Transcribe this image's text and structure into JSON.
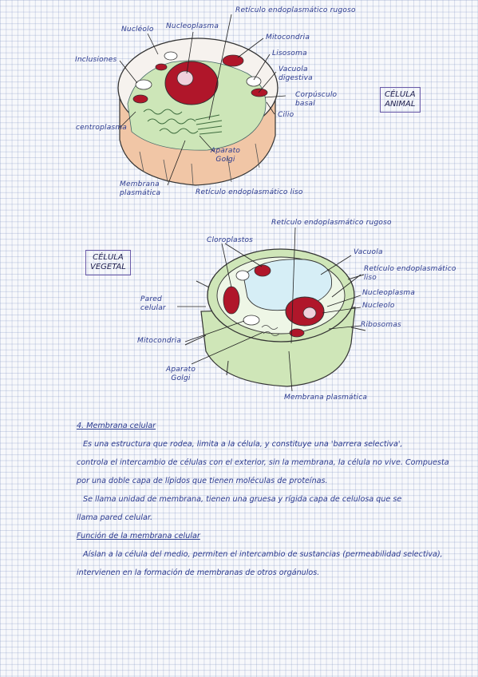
{
  "animal_cell": {
    "title_box": [
      "CÉLULA",
      "ANIMAL"
    ],
    "labels": {
      "reticulo_rugoso": "Retículo endoplasmático rugoso",
      "nucleolo": "Nucléolo",
      "nucleoplasma": "Nucleoplasma",
      "mitocondria": "Mitocondria",
      "lisosoma": "Lisosoma",
      "vacuola": "Vacuola\ndigestiva",
      "corpusculo": "Corpúsculo\nbasal",
      "cilio": "Cilio",
      "inclusiones": "Inclusiones",
      "centroplasma": "centroplasma",
      "golgi": "Aparato\nGolgi",
      "membrana": "Membrana\nplasmática",
      "reticulo_liso": "Retículo endoplasmático liso"
    }
  },
  "plant_cell": {
    "title_box": [
      "CÉLULA",
      "VEGETAL"
    ],
    "labels": {
      "reticulo_rugoso": "Retículo endoplasmático rugoso",
      "cloroplastos": "Cloroplastos",
      "vacuola": "Vacuola",
      "reticulo_liso": "Retículo endoplasmático\nliso",
      "pared": "Pared\ncelular",
      "nucleoplasma": "Nucleoplasma",
      "nucleolo": "Nucleolo",
      "ribosomas": "Ribosomas",
      "mitocondria": "Mitocondria",
      "golgi": "Aparato\nGolgi",
      "membrana": "Membrana plasmática"
    }
  },
  "text": {
    "heading": "4. Membrana celular",
    "p1": "Es una estructura que rodea, limita a la célula, y constituye una 'barrera selectiva',",
    "p2": "controla el intercambio de células con el exterior, sin la membrana, la célula no vive. Compuesta",
    "p3": "por una doble capa de lípidos que tienen moléculas de proteínas.",
    "p4": "Se llama unidad de membrana, tienen una gruesa y rígida capa de celulosa que se",
    "p5": "llama pared celular.",
    "subheading": "Función de la membrana celular",
    "p6": "Aíslan a la célula del medio, permiten el intercambio de sustancias (permeabilidad selectiva),",
    "p7": "intervienen en la formación de membranas de otros orgánulos."
  },
  "colors": {
    "ink": "#2b3a8f",
    "nucleus_red": "#b0162a",
    "cytoplasm_green": "#cde6b8",
    "membrane_tan": "#f1c6a6",
    "vacuole_blue": "#d6eef6"
  }
}
